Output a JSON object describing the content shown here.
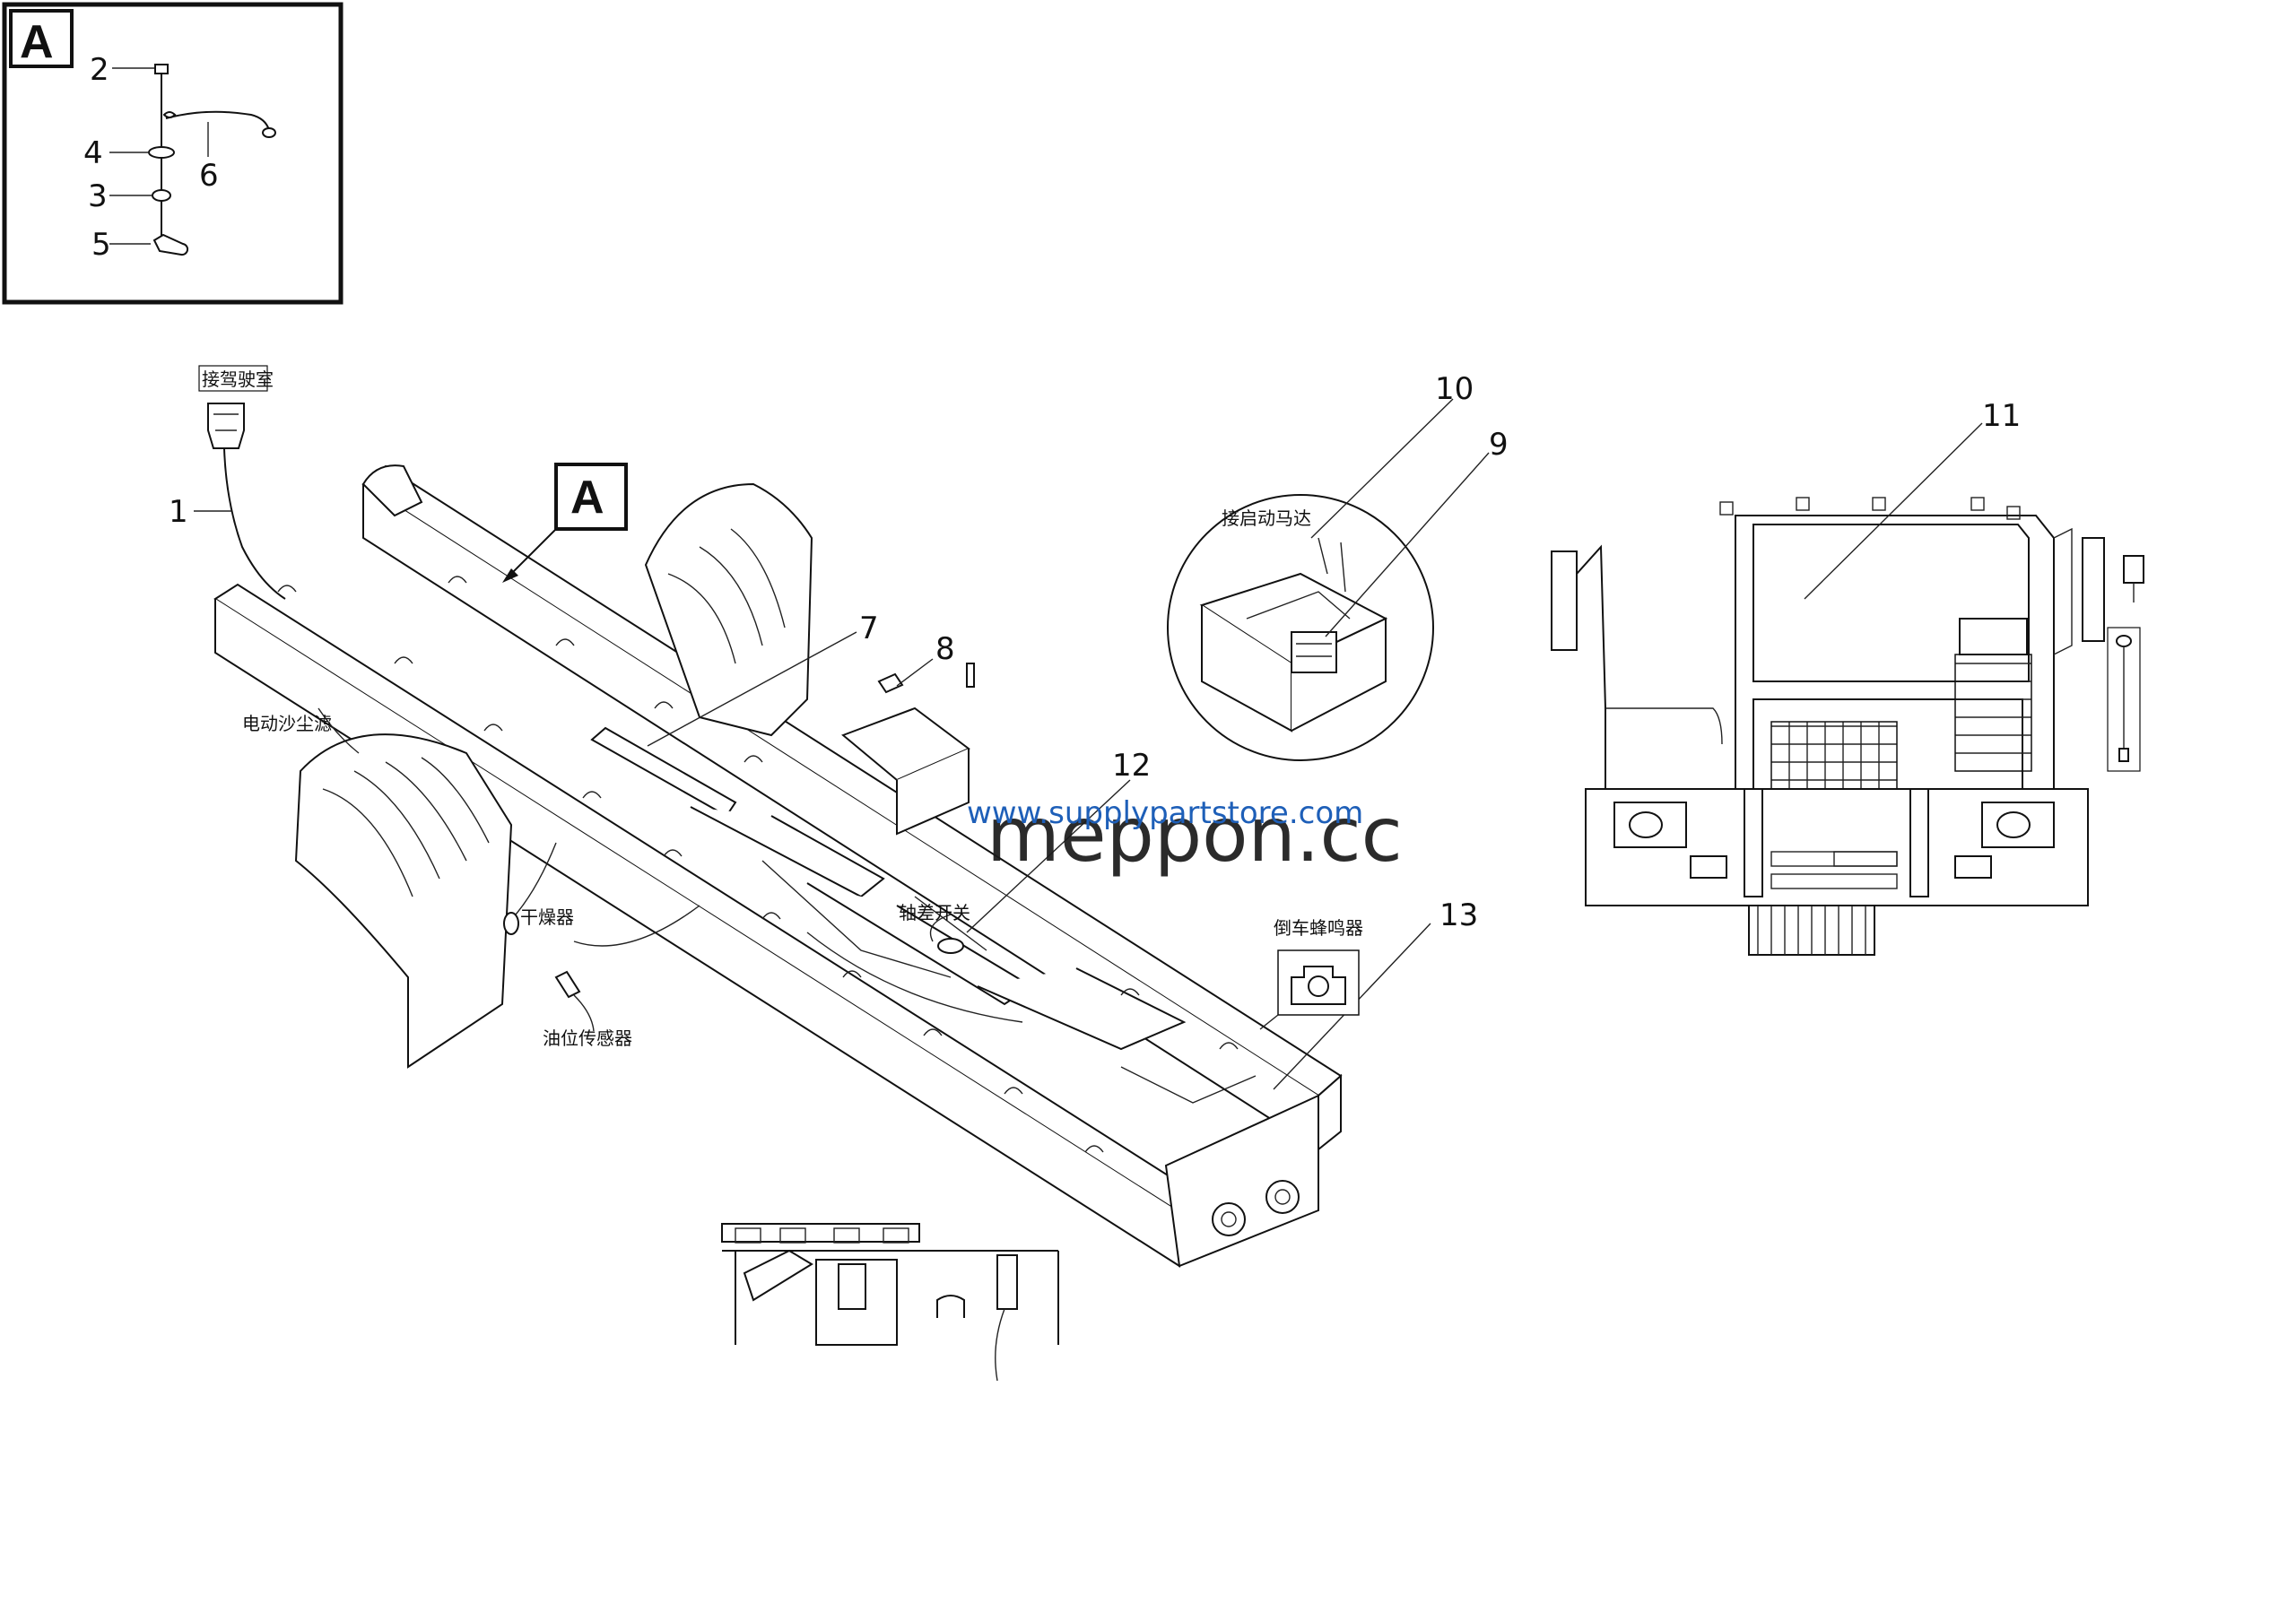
{
  "detail_box": {
    "label": "A",
    "callouts": [
      "2",
      "4",
      "3",
      "5",
      "6"
    ]
  },
  "callouts": [
    "1",
    "7",
    "8",
    "9",
    "10",
    "11",
    "12",
    "13"
  ],
  "view_marker": "A",
  "chinese_labels": {
    "to_cab": "接驾驶室",
    "electric_dust_filter": "电动沙尘滤",
    "dryer": "干燥器",
    "fuel_level_sensor": "油位传感器",
    "axle_switch": "轴差开关",
    "to_starter_motor": "接启动马达",
    "reverse_buzzer": "倒车蜂鸣器"
  },
  "watermarks": {
    "brand": "meppon.cc",
    "site": "www.supplypartstore.com"
  }
}
